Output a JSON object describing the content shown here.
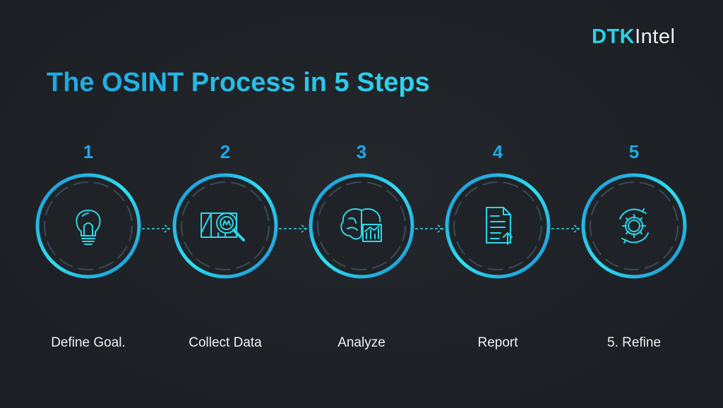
{
  "brand": {
    "part1": "DTK",
    "part2": "Intel"
  },
  "title": "The OSINT Process in 5 Steps",
  "steps": [
    {
      "number": "1",
      "label": "Define Goal.",
      "icon": "lightbulb-icon"
    },
    {
      "number": "2",
      "label": "Collect Data",
      "icon": "map-magnifier-icon"
    },
    {
      "number": "3",
      "label": "Analyze",
      "icon": "brain-chart-icon"
    },
    {
      "number": "4",
      "label": "Report",
      "icon": "document-upload-icon"
    },
    {
      "number": "5",
      "label": "5. Refine",
      "icon": "gear-cycle-icon"
    }
  ],
  "colors": {
    "accent_blue": "#1a8fd6",
    "accent_cyan": "#2fe0f0",
    "background": "#1e2226"
  }
}
